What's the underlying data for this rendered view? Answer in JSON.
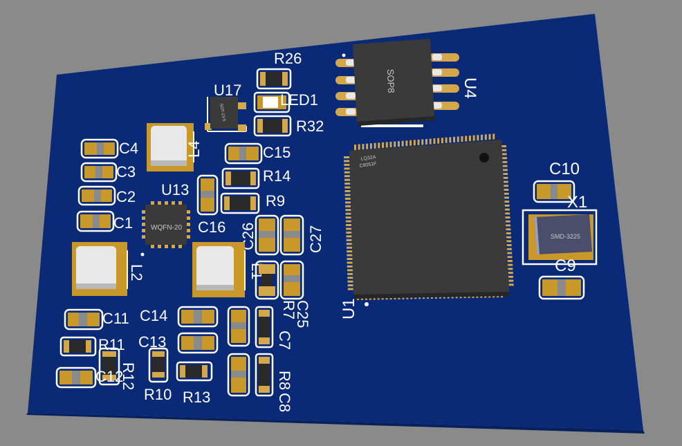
{
  "colors": {
    "background": "#8a8a8a",
    "board": "#0a2a78",
    "board_edge": "#06215e",
    "pad": "#c9982a",
    "silk": "#ffffff",
    "chip": "#3a3a3a",
    "inductor": "#e8e8e8"
  },
  "designators": {
    "R26": "R26",
    "LED1": "LED1",
    "R32": "R32",
    "U17": "U17",
    "U4": "U4",
    "C4": "C4",
    "C3": "C3",
    "C2": "C2",
    "C1": "C1",
    "L4": "L4",
    "C15": "C15",
    "R14": "R14",
    "R9": "R9",
    "U13": "U13",
    "C16": "C16",
    "C26": "C26",
    "C27": "C27",
    "L2": "L2",
    "L1": "L1",
    "C10": "C10",
    "X1": "X1",
    "C9": "C9",
    "U1": "U1",
    "C11": "C11",
    "C14": "C14",
    "R11": "R11",
    "C13": "C13",
    "C12": "C12",
    "R12": "R12",
    "R10": "R10",
    "R13": "R13",
    "C25": "C25",
    "R7": "R7",
    "R8": "R8",
    "C8": "C8",
    "C7": "C7"
  },
  "packages": {
    "sop8": "SOP8",
    "wqfn": "WQFN-20",
    "smd3225": "SMD-3225",
    "sot": "SOT-23-5",
    "lqfp_top": "LQ32A",
    "lqfp_sub": "C8051F"
  }
}
